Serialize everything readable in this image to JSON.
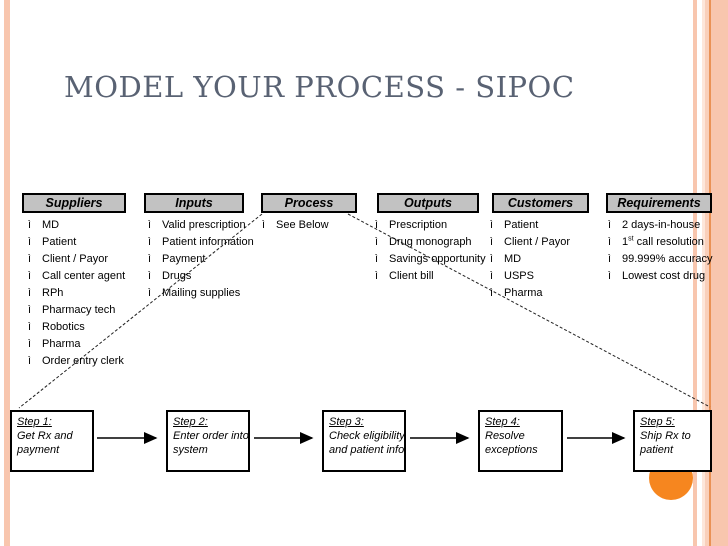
{
  "title": "MODEL YOUR PROCESS - SIPOC",
  "bullet_char": "ì",
  "columns": [
    {
      "header": "Suppliers",
      "items": [
        "MD",
        "Patient",
        "Client / Payor",
        "Call center agent",
        "RPh",
        "Pharmacy tech",
        "Robotics",
        "Pharma",
        "Order entry clerk"
      ]
    },
    {
      "header": "Inputs",
      "items": [
        "Valid prescription",
        "Patient information",
        "Payment",
        "Drugs",
        "Mailing supplies"
      ]
    },
    {
      "header": "Process",
      "items": [
        "See Below"
      ]
    },
    {
      "header": "Outputs",
      "items": [
        "Prescription",
        "Drug monograph",
        "Savings opportunity",
        "Client bill"
      ]
    },
    {
      "header": "Customers",
      "items": [
        "Patient",
        "Client / Payor",
        "MD",
        "USPS",
        "Pharma"
      ]
    },
    {
      "header": "Requirements",
      "items": [
        "2 days-in-house",
        "1^st^ call resolution",
        "99.999% accuracy",
        "Lowest cost drug"
      ]
    }
  ],
  "steps": [
    {
      "label": "Step 1:",
      "lines": [
        "Get Rx and",
        "payment"
      ]
    },
    {
      "label": "Step 2:",
      "lines": [
        "Enter order into",
        "system"
      ]
    },
    {
      "label": "Step 3:",
      "lines": [
        "Check eligibility",
        "and patient info"
      ]
    },
    {
      "label": "Step 4:",
      "lines": [
        "Resolve",
        "exceptions"
      ]
    },
    {
      "label": "Step 5:",
      "lines": [
        "Ship Rx to",
        "patient"
      ]
    }
  ],
  "colors": {
    "accent_stripe": "#f8c6ae",
    "stripe_light": "#fde6da",
    "stripe_mid": "#f9cfba",
    "stripe_dark": "#ea9256",
    "accent_circle": "#f6861f",
    "header_bg": "#c2c2c2",
    "title_text": "#596273"
  }
}
